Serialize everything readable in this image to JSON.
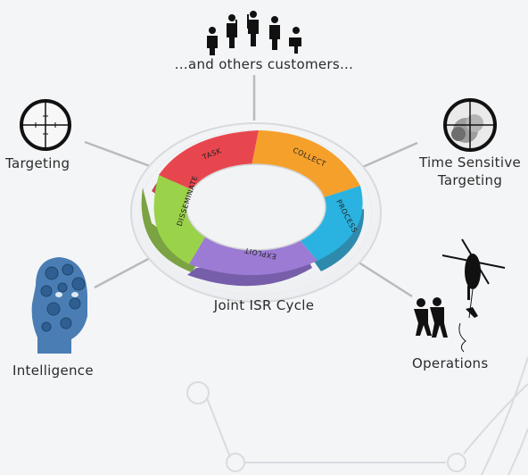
{
  "diagram": {
    "center_label": "Joint ISR Cycle",
    "segments": [
      {
        "label": "TASK",
        "color": "#e8464e"
      },
      {
        "label": "COLLECT",
        "color": "#f5a02a"
      },
      {
        "label": "PROCESS",
        "color": "#2ab3e0"
      },
      {
        "label": "EXPLOIT",
        "color": "#9c7bd4"
      },
      {
        "label": "DISSEMINATE",
        "color": "#9ad24a"
      }
    ],
    "nodes": {
      "customers": "...and others customers...",
      "targeting": "Targeting",
      "tst_line1": "Time Sensitive",
      "tst_line2": "Targeting",
      "intelligence": "Intelligence",
      "operations": "Operations"
    },
    "icons": {
      "customers": "soldiers-silhouette-icon",
      "targeting": "crosshair-icon",
      "tst": "crosshair-explosion-icon",
      "intelligence": "gear-head-icon",
      "operations": "helicopter-soldiers-icon"
    }
  }
}
